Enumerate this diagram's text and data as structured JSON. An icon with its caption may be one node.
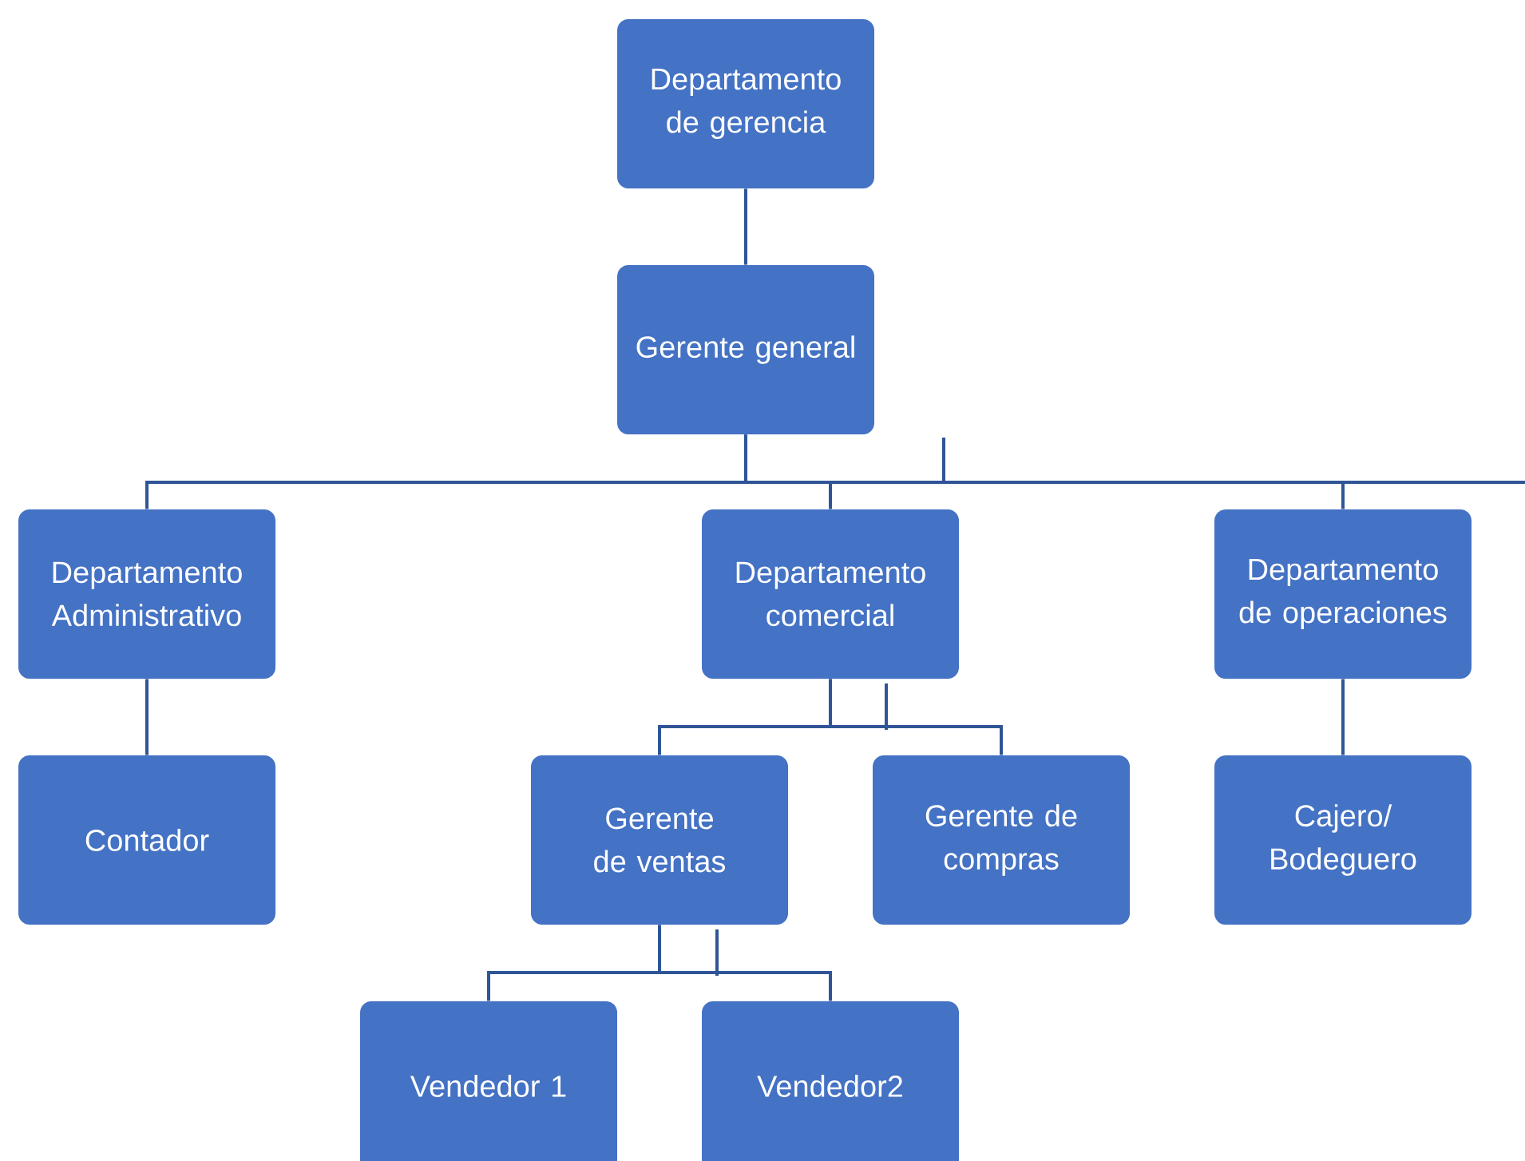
{
  "diagram": {
    "nodes": [
      {
        "text": [
          "Departamento de gerencia"
        ]
      },
      {
        "text": [
          "Gerente general"
        ]
      },
      {
        "text": [
          "Departamento Administrativo"
        ]
      },
      {
        "text": [
          "Departamento comercial"
        ]
      },
      {
        "text": [
          "Departamento de operaciones"
        ]
      },
      {
        "text": [
          "Contador"
        ]
      },
      {
        "text": [
          "Gerente de ventas"
        ]
      },
      {
        "text": [
          "Gerente de compras"
        ]
      },
      {
        "text": [
          "Cajero/ Bodeguero"
        ]
      },
      {
        "text": [
          "Vendedor 1"
        ]
      },
      {
        "text": [
          "Vendedor2"
        ]
      }
    ],
    "edges": [
      {
        "from": 0,
        "to": 1,
        "arrow": "none"
      },
      {
        "from": 1,
        "to": 2,
        "arrow": "none"
      },
      {
        "from": 1,
        "to": 3,
        "arrow": "none"
      },
      {
        "from": 1,
        "to": 4,
        "arrow": "none"
      },
      {
        "from": 2,
        "to": 5,
        "arrow": "none"
      },
      {
        "from": 3,
        "to": 6,
        "arrow": "none"
      },
      {
        "from": 3,
        "to": 7,
        "arrow": "none"
      },
      {
        "from": 4,
        "to": 8,
        "arrow": "none"
      },
      {
        "from": 6,
        "to": 9,
        "arrow": "none"
      },
      {
        "from": 6,
        "to": 10,
        "arrow": "none"
      }
    ]
  }
}
